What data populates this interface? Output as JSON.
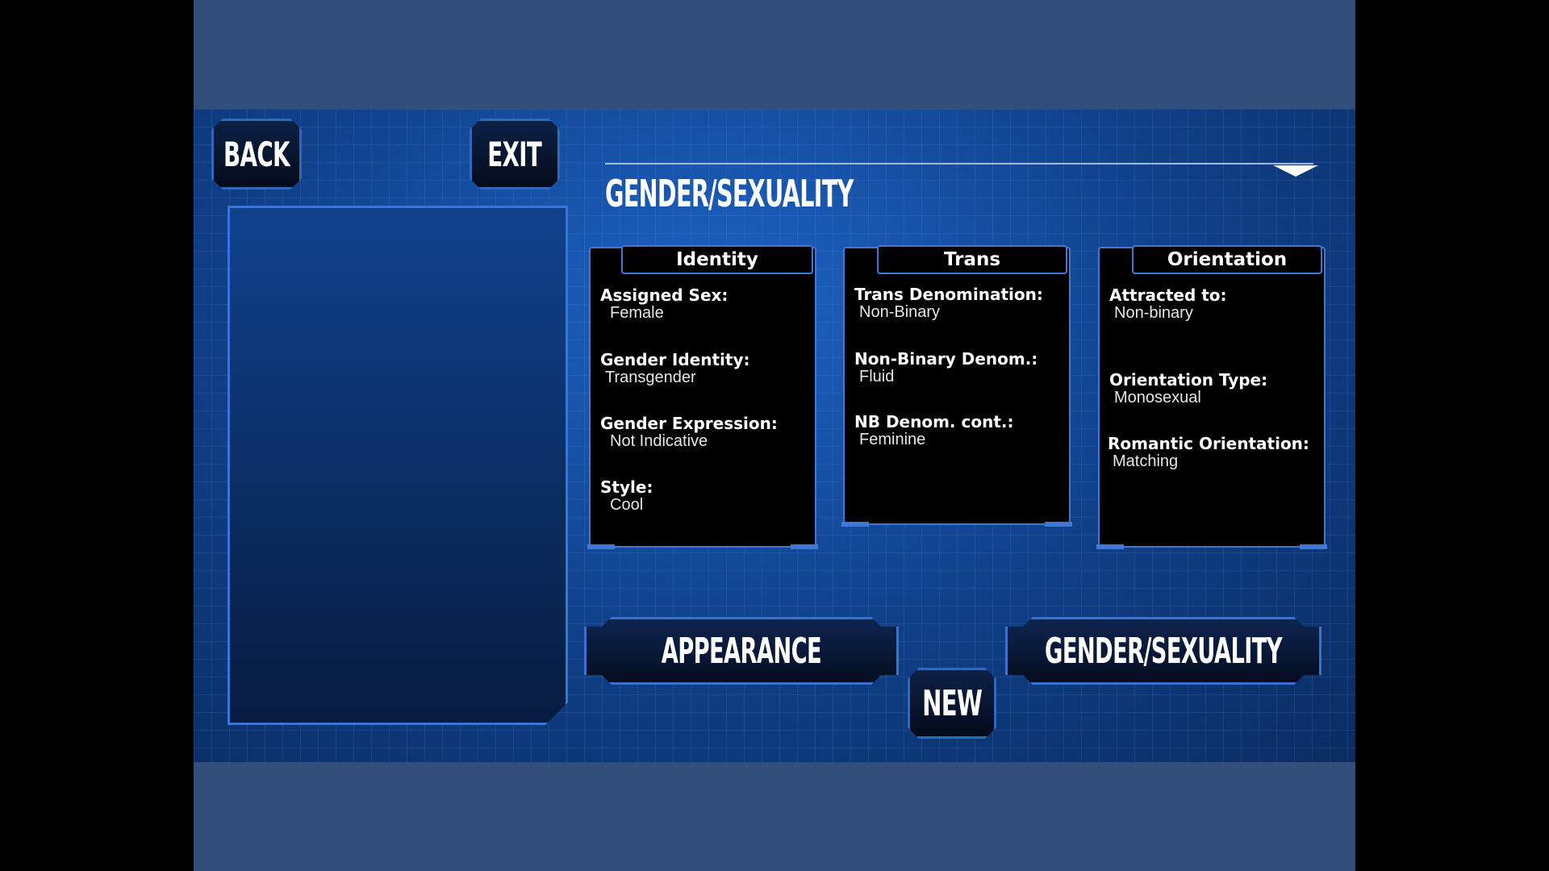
{
  "nav": {
    "back_label": "BACK",
    "exit_label": "EXIT"
  },
  "section": {
    "title": "GENDER/SEXUALITY"
  },
  "panels": {
    "identity": {
      "tab": "Identity",
      "fields": [
        {
          "label": "Assigned Sex:",
          "value": "Female"
        },
        {
          "label": "Gender Identity:",
          "value": "Transgender"
        },
        {
          "label": "Gender Expression:",
          "value": "Not Indicative"
        },
        {
          "label": "Style:",
          "value": "Cool"
        }
      ]
    },
    "trans": {
      "tab": "Trans",
      "fields": [
        {
          "label": "Trans Denomination:",
          "value": "Non-Binary"
        },
        {
          "label": "Non-Binary Denom.:",
          "value": "Fluid"
        },
        {
          "label": "NB Denom. cont.:",
          "value": "Feminine"
        }
      ]
    },
    "orientation": {
      "tab": "Orientation",
      "fields": [
        {
          "label": "Attracted to:",
          "value": "Non-binary"
        },
        {
          "label": "Orientation Type:",
          "value": "Monosexual"
        },
        {
          "label": "Romantic Orientation:",
          "value": "Matching"
        }
      ]
    }
  },
  "buttons": {
    "appearance_label": "APPEARANCE",
    "new_label": "NEW",
    "gender_sexuality_label": "GENDER/SEXUALITY"
  },
  "colors": {
    "accent": "#3f78d6",
    "background": "#324e7a",
    "panel": "#000000"
  },
  "icons": {
    "dropdown": "dropdown-arrow-icon"
  }
}
